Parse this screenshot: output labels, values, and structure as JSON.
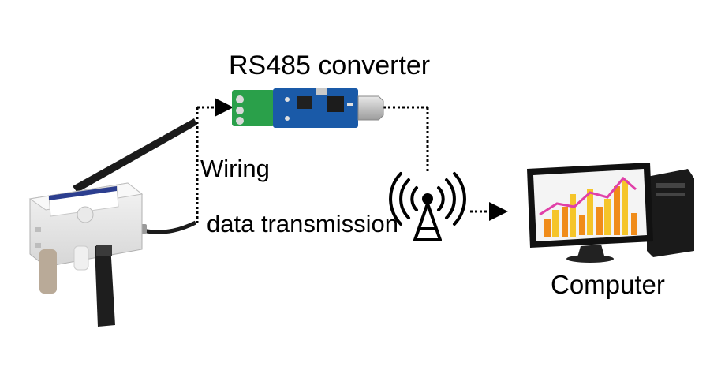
{
  "labels": {
    "converter": "RS485 converter",
    "wiring": "Wiring",
    "transmission": "data transmission",
    "computer": "Computer"
  },
  "icons": {
    "sensor": "temperature-humidity-sensor-box",
    "converter": "usb-rs485-converter-board",
    "tower": "wireless-signal-tower-icon",
    "computer": "desktop-computer-with-chart"
  },
  "colors": {
    "board": "#1a5aa8",
    "terminal": "#2aa04a",
    "bar_orange": "#f08c1a",
    "bar_yellow": "#f5c52a",
    "line_pink": "#e040a8"
  }
}
